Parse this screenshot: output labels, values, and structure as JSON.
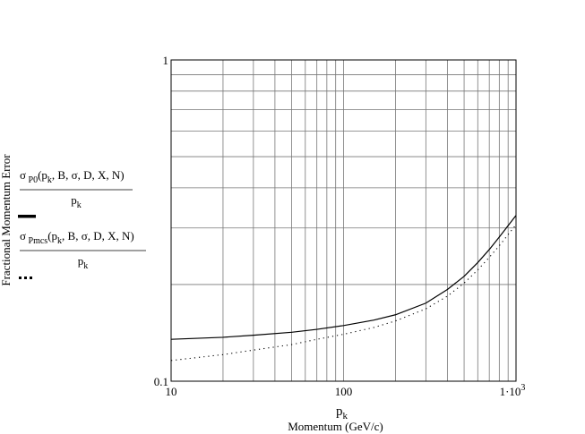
{
  "chart_data": {
    "type": "line",
    "x_scale": "log",
    "y_scale": "log",
    "xlim": [
      10,
      1000
    ],
    "ylim": [
      0.1,
      1
    ],
    "grid": true,
    "x_ticks": [
      {
        "value": 10,
        "label": "10"
      },
      {
        "value": 100,
        "label": "100"
      },
      {
        "value": 1000,
        "label": "1·10"
      }
    ],
    "x_tick_exponent": "3",
    "y_ticks": [
      {
        "value": 1,
        "label": "1"
      },
      {
        "value": 0.1,
        "label": "0.1"
      }
    ],
    "xlabel": "Momentum (GeV/c)",
    "xvar": "p",
    "xvar_sub": "k",
    "ylabel": "Fractional Momentum Error",
    "legend": {
      "placement": "left",
      "entries": [
        {
          "sigma": "σ",
          "sub": "P0",
          "args": "(p",
          "args_sub": "k",
          "args_rest": ", B, σ, D, X, N)",
          "denominator": "p",
          "denominator_sub": "k",
          "style": "solid"
        },
        {
          "sigma": "σ",
          "sub": "Pmcs",
          "args": "(p",
          "args_sub": "k",
          "args_rest": ", B, σ, D, X, N)",
          "denominator": "p",
          "denominator_sub": "k",
          "style": "dotted"
        }
      ]
    },
    "series": [
      {
        "style": "solid",
        "x": [
          10,
          20,
          30,
          50,
          70,
          100,
          150,
          200,
          300,
          400,
          500,
          600,
          700,
          800,
          900,
          1000
        ],
        "y": [
          0.135,
          0.137,
          0.139,
          0.142,
          0.145,
          0.149,
          0.155,
          0.161,
          0.175,
          0.193,
          0.212,
          0.234,
          0.257,
          0.281,
          0.305,
          0.328
        ]
      },
      {
        "style": "dotted",
        "x": [
          10,
          20,
          30,
          50,
          70,
          100,
          150,
          200,
          300,
          400,
          500,
          600,
          700,
          800,
          900,
          1000
        ],
        "y": [
          0.116,
          0.121,
          0.125,
          0.13,
          0.135,
          0.14,
          0.147,
          0.154,
          0.168,
          0.184,
          0.202,
          0.222,
          0.243,
          0.264,
          0.286,
          0.307
        ]
      }
    ]
  }
}
